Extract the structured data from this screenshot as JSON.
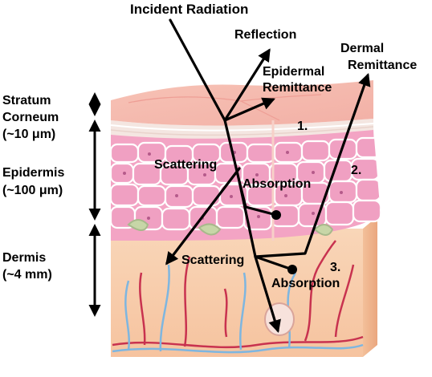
{
  "title": "Incident Radiation",
  "layer_labels": {
    "stratum_corneum": [
      "Stratum",
      "Corneum",
      "(~10 μm)"
    ],
    "epidermis": [
      "Epidermis",
      "(~100 μm)"
    ],
    "dermis": [
      "Dermis",
      "(~4 mm)"
    ]
  },
  "path_labels": {
    "reflection": "Reflection",
    "epidermal_remittance": [
      "Epidermal",
      "Remittance"
    ],
    "dermal_remittance": [
      "Dermal",
      "Remittance"
    ],
    "scattering_epidermis": "Scattering",
    "absorption_epidermis": "Absorption",
    "scattering_dermis": "Scattering",
    "absorption_dermis": "Absorption"
  },
  "path_numbers": [
    "1.",
    "2.",
    "3."
  ],
  "colors": {
    "stratum_corneum": "#f4b9b0",
    "stratum_side": "#e9c9a6",
    "epidermis": "#f2a6c6",
    "epidermis_cell_edge": "#ffffff",
    "dermis": "#f8cfae",
    "dermis_side": "#f1b990",
    "artery": "#c8324f",
    "vein": "#7eb6e0",
    "arrow": "#000000"
  }
}
